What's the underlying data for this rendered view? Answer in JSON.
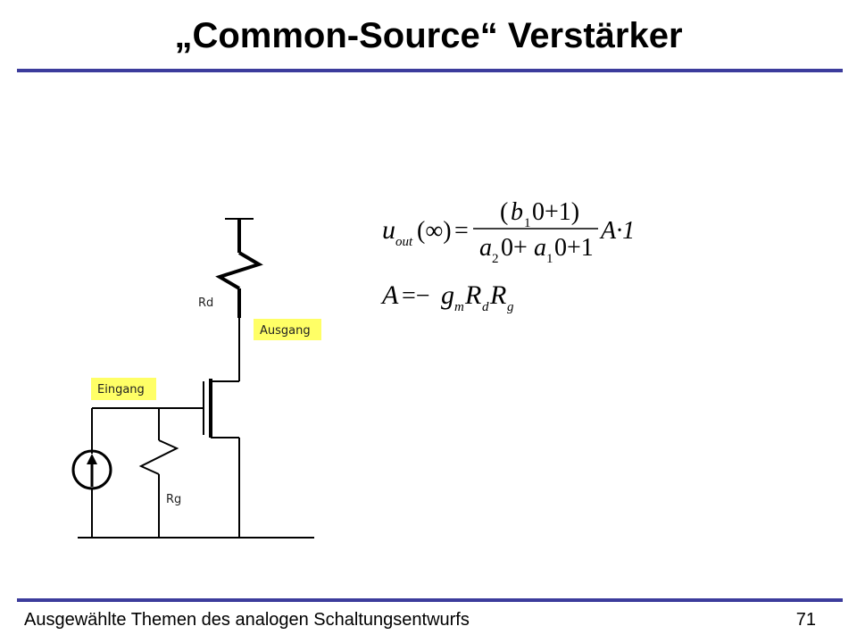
{
  "slide": {
    "title": "„Common-Source“ Verstärker",
    "footer": "Ausgewählte Themen des analogen Schaltungsentwurfs",
    "page_number": "71"
  },
  "circuit": {
    "labels": {
      "rd": "Rd",
      "rg": "Rg",
      "output": "Ausgang",
      "input": "Eingang"
    },
    "tag_color": "#ffff66",
    "icons": [
      "current-source-icon",
      "resistor-icon",
      "mosfet-icon"
    ]
  },
  "equations": {
    "eq1": {
      "lhs_u": "u",
      "lhs_sub": "out",
      "lhs_arg": "(∞)",
      "num_open": "(",
      "num_b": "b",
      "num_b_sub": "1",
      "num_rest": "0+1)",
      "den_a2": "a",
      "den_a2_sub": "2",
      "den_mid": "0+",
      "den_a1": "a",
      "den_a1_sub": "1",
      "den_rest": "0+1",
      "tail": "A·1"
    },
    "eq2": {
      "lhs": "A",
      "eq": "=−",
      "g": "g",
      "g_sub": "m",
      "r1": "R",
      "r1_sub": "d",
      "r2": "R",
      "r2_sub": "g"
    }
  }
}
